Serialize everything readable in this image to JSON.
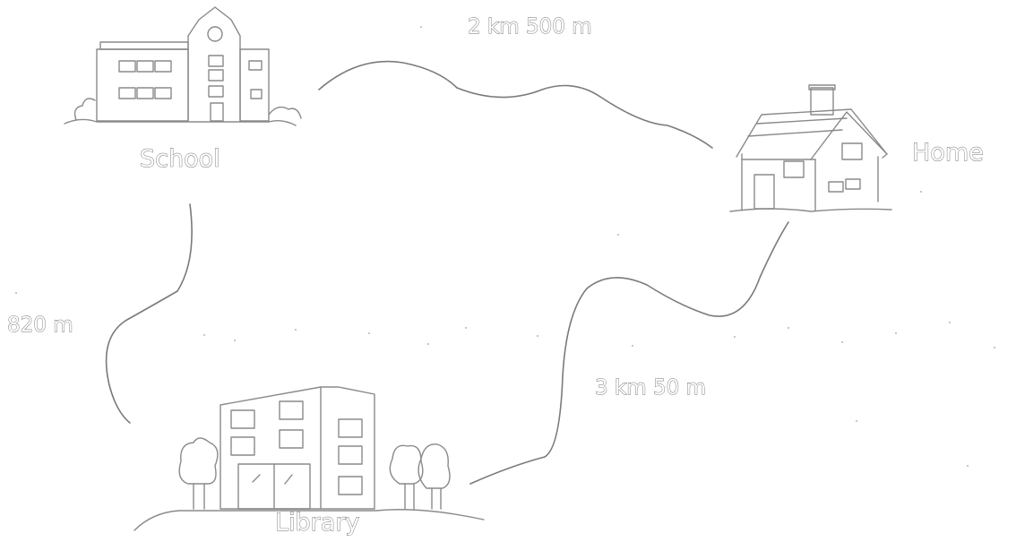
{
  "places": {
    "school": "School",
    "home": "Home",
    "library": "Library"
  },
  "distances": {
    "school_home": "2 km 500 m",
    "school_library": "820 m",
    "library_home": "3 km 50 m"
  },
  "colors": {
    "ink": "#8a8a8a",
    "background": "#ffffff"
  }
}
